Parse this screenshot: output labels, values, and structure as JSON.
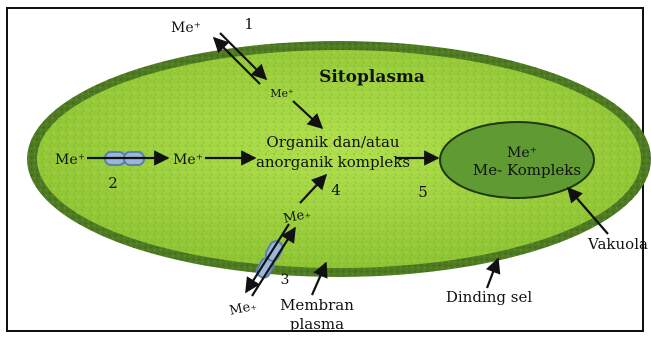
{
  "labels": {
    "cytoplasm": "Sitoplasma",
    "organic_line1": "Organik dan/atau",
    "organic_line2": "anorganik kompleks",
    "vacuole_line1": "Me⁺",
    "vacuole_line2": "Me- Kompleks",
    "vacuole": "Vakuola",
    "cell_wall": "Dinding sel",
    "membrane_line1": "Membran",
    "membrane_line2": "plasma",
    "me_top_outside": "Me⁺",
    "me_top_inside": "Me⁺",
    "me_left_outside": "Me⁺",
    "me_left_inside": "Me⁺",
    "me_bottom_inside": "Me₊",
    "me_bottom_outside": "Me₊",
    "step_1": "1",
    "step_2": "2",
    "step_3": "3",
    "step_4": "4",
    "step_5": "5"
  },
  "colors": {
    "cell_wall": "#4d7a22",
    "cytoplasm": "#9ccf3c",
    "vacuole": "#5f9a32",
    "transporter": "#5b7fb0"
  }
}
